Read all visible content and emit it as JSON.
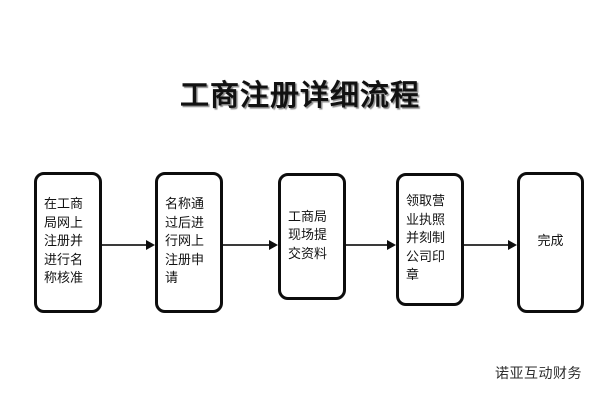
{
  "diagram": {
    "title": "工商注册详细流程",
    "footer_note": "诺亚互动财务",
    "nodes": [
      {
        "id": "step-1",
        "label": "在工商局网上注册并进行名称核准"
      },
      {
        "id": "step-2",
        "label": "名称通过后进行网上注册申请"
      },
      {
        "id": "step-3",
        "label": "工商局现场提交资料"
      },
      {
        "id": "step-4",
        "label": "领取营业执照并刻制公司印章"
      },
      {
        "id": "step-5",
        "label": "完成"
      }
    ],
    "connectors": [
      {
        "from": "step-1",
        "to": "step-2",
        "direction": "right"
      },
      {
        "from": "step-2",
        "to": "step-3",
        "direction": "right"
      },
      {
        "from": "step-3",
        "to": "step-4",
        "direction": "right"
      },
      {
        "from": "step-4",
        "to": "step-5",
        "direction": "right"
      }
    ],
    "colors": {
      "background": "#ffffff",
      "node_border": "#0d0d0d",
      "node_fill": "#ffffff",
      "text": "#121212",
      "connector": "#3a3a3a"
    }
  }
}
